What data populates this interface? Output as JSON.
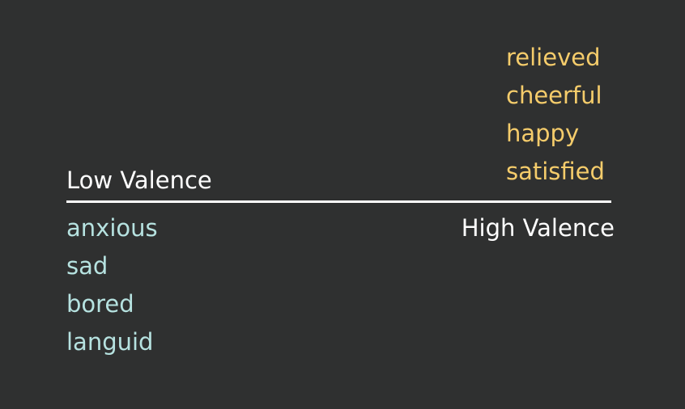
{
  "axis": {
    "low_label": "Low Valence",
    "high_label": "High Valence"
  },
  "high_valence_words": [
    "relieved",
    "cheerful",
    "happy",
    "satisfied"
  ],
  "low_valence_words": [
    "anxious",
    "sad",
    "bored",
    "languid"
  ],
  "colors": {
    "background": "#2f3030",
    "axis": "#ffffff",
    "high_valence": "#f5cc6b",
    "low_valence": "#b6e2e0"
  }
}
